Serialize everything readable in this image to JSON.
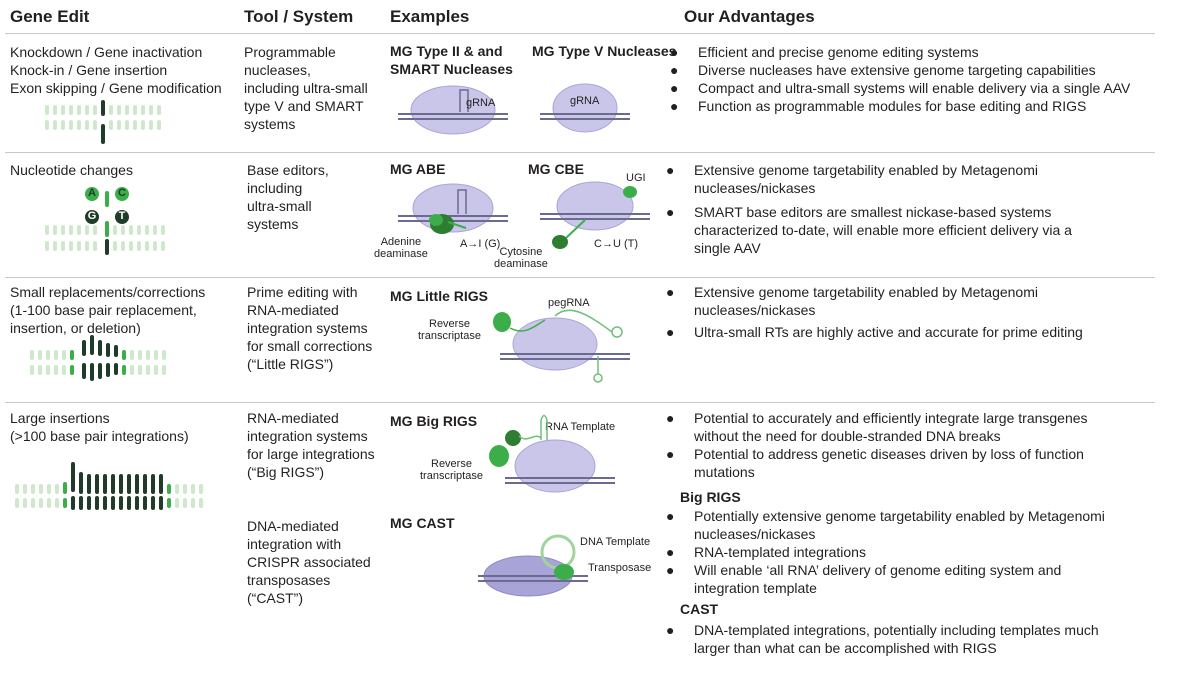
{
  "headers": {
    "gene_edit": "Gene Edit",
    "tool": "Tool / System",
    "examples": "Examples",
    "advantages": "Our Advantages"
  },
  "rows": [
    {
      "gene_edit": [
        "Knockdown / Gene inactivation",
        "Knock-in / Gene insertion",
        "Exon skipping / Gene modification"
      ],
      "tool": [
        "Programmable",
        "nucleases,",
        "including ultra-small",
        "type V and SMART",
        "systems"
      ],
      "ex1_title": [
        "MG Type II & and",
        "SMART Nucleases"
      ],
      "ex2_title": "MG Type V Nucleases",
      "labels": {
        "grna1": "gRNA",
        "grna2": "gRNA"
      },
      "advantages": [
        "Efficient and precise genome editing systems",
        "Diverse nucleases have extensive genome targeting capabilities",
        "Compact and ultra-small systems will enable delivery via a single AAV",
        "Function as programmable modules for base editing and RIGS"
      ]
    },
    {
      "gene_edit": [
        "Nucleotide changes"
      ],
      "bases": [
        "A",
        "C",
        "G",
        "T"
      ],
      "tool": [
        "Base editors,",
        "including",
        "ultra-small",
        "systems"
      ],
      "ex1_title": "MG ABE",
      "ex2_title": "MG CBE",
      "labels": {
        "adenine": [
          "Adenine",
          "deaminase"
        ],
        "atoi": "A→I (G)",
        "cytosine": [
          "Cytosine",
          "deaminase"
        ],
        "ctou": "C→U (T)",
        "ugi": "UGI"
      },
      "advantages": [
        [
          "Extensive genome targetability enabled by Metagenomi",
          "nucleases/nickases"
        ],
        [
          "SMART base editors are smallest nickase-based systems",
          "characterized to-date, will enable more efficient delivery via a",
          "single AAV"
        ]
      ]
    },
    {
      "gene_edit": [
        "Small replacements/corrections",
        "(1-100 base pair replacement,",
        "insertion, or deletion)"
      ],
      "tool": [
        "Prime editing with",
        "RNA-mediated",
        "integration systems",
        "for small corrections",
        "(“Little RIGS”)"
      ],
      "ex1_title": "MG Little RIGS",
      "labels": {
        "rt": [
          "Reverse",
          "transcriptase"
        ],
        "pegrna": "pegRNA"
      },
      "advantages": [
        [
          "Extensive genome targetability enabled by Metagenomi",
          "nucleases/nickases"
        ],
        [
          "Ultra-small RTs are highly active and accurate for prime editing"
        ]
      ]
    },
    {
      "gene_edit": [
        "Large insertions",
        "(>100 base pair integrations)"
      ],
      "tool": [
        "RNA-mediated",
        "integration systems",
        "for large integrations",
        "(“Big RIGS”)"
      ],
      "tool2": [
        "DNA-mediated",
        "integration with",
        "CRISPR associated",
        "transposases",
        "(“CAST”)"
      ],
      "ex1_title": "MG Big RIGS",
      "ex2_title": "MG CAST",
      "labels": {
        "rna_template": "RNA Template",
        "rt": [
          "Reverse",
          "transcriptase"
        ],
        "dna_template": "DNA Template",
        "transposase": "Transposase"
      },
      "advantages": [
        [
          "Potential to accurately and efficiently integrate large transgenes",
          "without the need for double-stranded DNA breaks"
        ],
        [
          "Potential to address genetic diseases driven by loss of function",
          "mutations"
        ]
      ],
      "big_rigs_title": "Big RIGS",
      "big_rigs": [
        [
          "Potentially extensive genome targetability enabled by Metagenomi",
          "nucleases/nickases"
        ],
        [
          "RNA-templated integrations"
        ],
        [
          "Will enable ‘all RNA’ delivery of genome editing system and",
          "integration template"
        ]
      ],
      "cast_title": "CAST",
      "cast": [
        [
          "DNA-templated integrations, potentially including templates much",
          "larger than what can be accomplished with RIGS"
        ]
      ]
    }
  ],
  "colors": {
    "green_dark": "#2e7d32",
    "green": "#3cae49",
    "green_light": "#b7dfb5",
    "protein": "#c9c6ea",
    "protein_edge": "#a9a4d8",
    "dna": "#6b6b8f",
    "text": "#231f20",
    "rule": "#c8c8c8"
  }
}
